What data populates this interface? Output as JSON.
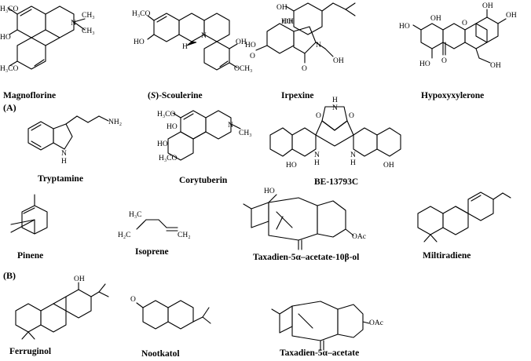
{
  "panels": {
    "a": "(A)",
    "b": "(B)"
  },
  "compounds": [
    {
      "id": "magnoflorine",
      "name": "Magnoflorine",
      "labels": [
        "H₃CO",
        "HO",
        "H₃CO",
        "N",
        "CH₃",
        "CH₃"
      ]
    },
    {
      "id": "scoulerine",
      "name_prefix": "(",
      "name_italic": "S",
      "name_suffix": ")-Scoulerine",
      "labels": [
        "H₃CO",
        "HO",
        "H",
        "N",
        "OH",
        "OCH₃"
      ]
    },
    {
      "id": "irpexine",
      "name": "Irpexine",
      "labels": [
        "OH",
        "OH",
        "HO",
        "O",
        "HO",
        "N",
        "O",
        "OH"
      ]
    },
    {
      "id": "hypoxyxylerone",
      "name": "Hypoxyxylerone",
      "labels": [
        "OH",
        "OH",
        "HO",
        "O",
        "HO",
        "OH",
        "O",
        "OH"
      ]
    },
    {
      "id": "tryptamine",
      "name": "Tryptamine",
      "labels": [
        "NH₂",
        "N",
        "H"
      ]
    },
    {
      "id": "corytuberin",
      "name": "Corytuberin",
      "labels": [
        "H₃CO",
        "HO",
        "HO",
        "H₃CO",
        "N",
        "CH₃"
      ]
    },
    {
      "id": "be13793c",
      "name": "BE-13793C",
      "labels": [
        "H",
        "O",
        "N",
        "O",
        "HO",
        "N",
        "H",
        "N",
        "H",
        "OH"
      ]
    },
    {
      "id": "pinene",
      "name": "Pinene",
      "labels": []
    },
    {
      "id": "isoprene",
      "name": "Isoprene",
      "labels": [
        "H₃C",
        "H₂C",
        "CH₂"
      ]
    },
    {
      "id": "taxadienol",
      "name": "Taxadien-5α–acetate-10β-ol",
      "labels": [
        "HO",
        "OAc"
      ]
    },
    {
      "id": "miltiradiene",
      "name": "Miltiradiene",
      "labels": []
    },
    {
      "id": "ferruginol",
      "name": "Ferruginol",
      "labels": [
        "OH"
      ]
    },
    {
      "id": "nootkatol",
      "name": "Nootkatol",
      "labels": [
        "O"
      ]
    },
    {
      "id": "taxadiene_acetate",
      "name": "Taxadien-5α–acetate",
      "labels": [
        "OAc"
      ]
    }
  ]
}
